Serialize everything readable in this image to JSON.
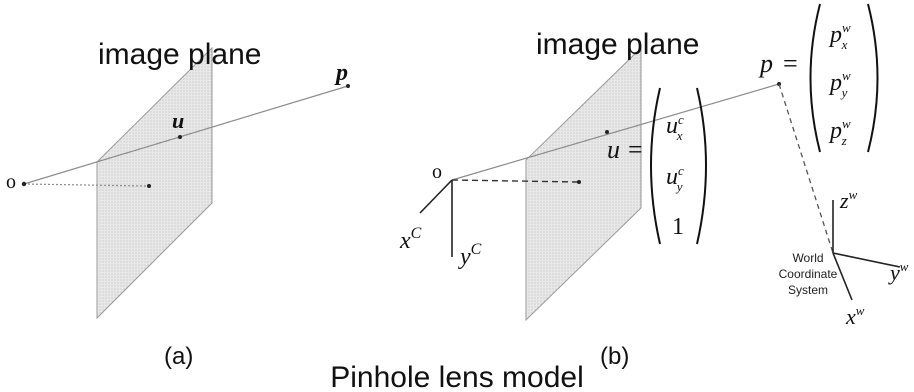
{
  "panel_a": {
    "plane_label": "image plane",
    "origin_label": "o",
    "point_label": "p",
    "projection_label": "u",
    "caption": "(a)"
  },
  "panel_b": {
    "plane_label": "image plane",
    "origin_label": "o",
    "camera_x_label": "x",
    "camera_x_sup": "C",
    "camera_y_label": "y",
    "camera_y_sup": "C",
    "u_label": "u",
    "u_equals": "=",
    "u_vector": [
      "u",
      "u",
      "1"
    ],
    "u_subs": [
      "x",
      "y",
      ""
    ],
    "u_sup": "c",
    "p_label": "p",
    "p_equals": "=",
    "p_vector": [
      "p",
      "p",
      "p"
    ],
    "p_subs": [
      "x",
      "y",
      "z"
    ],
    "p_sup": "w",
    "world_z": "z",
    "world_y": "y",
    "world_x": "x",
    "world_sup": "w",
    "world_caption_lines": [
      "World",
      "Coordinate",
      "System"
    ],
    "caption": "(b)"
  },
  "title": "Pinhole lens model",
  "colors": {
    "plane_fill": "#e4e4e4",
    "plane_stroke": "#9a9a9a",
    "ray": "#8c8c8c",
    "axis": "#222222",
    "text": "#111111"
  }
}
